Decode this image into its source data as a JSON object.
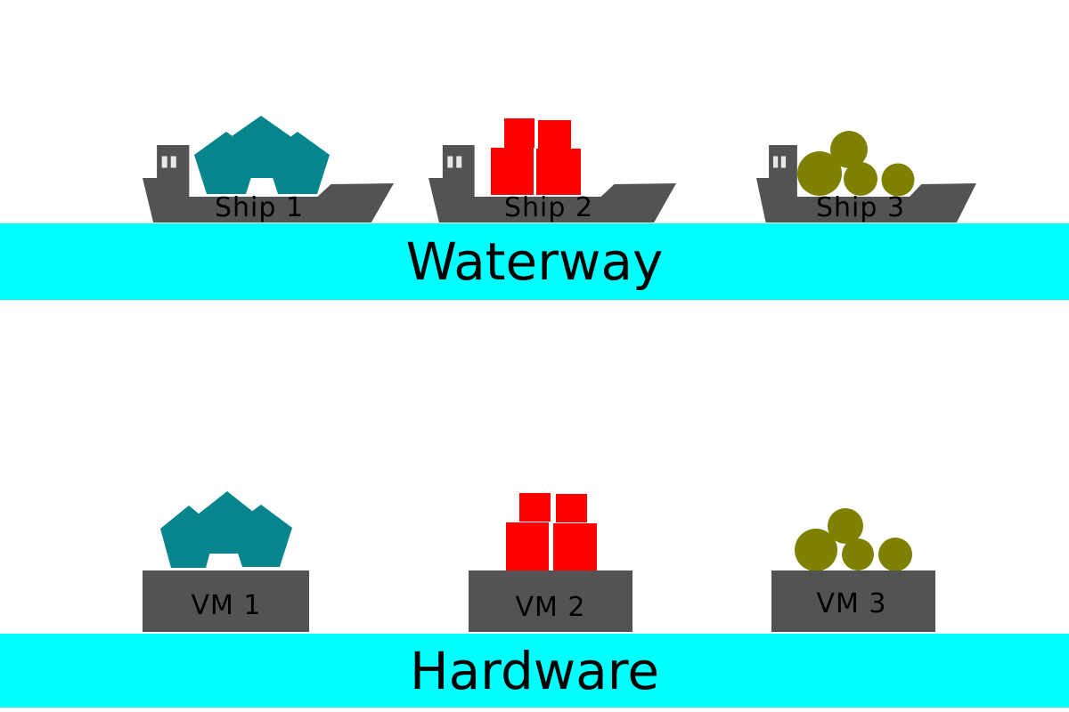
{
  "ships": [
    {
      "label": "Ship 1",
      "cargo_shape": "pentagon",
      "cargo_color": "#07858c",
      "cargo_count": 3
    },
    {
      "label": "Ship 2",
      "cargo_shape": "box",
      "cargo_color": "#fe0000",
      "cargo_count": 4
    },
    {
      "label": "Ship 3",
      "cargo_shape": "circle",
      "cargo_color": "#7e8000",
      "cargo_count": 4
    }
  ],
  "vms": [
    {
      "label": "VM 1",
      "cargo_shape": "pentagon",
      "cargo_color": "#07858c",
      "cargo_count": 3
    },
    {
      "label": "VM 2",
      "cargo_shape": "box",
      "cargo_color": "#fe0000",
      "cargo_count": 4
    },
    {
      "label": "VM 3",
      "cargo_shape": "circle",
      "cargo_color": "#7e8000",
      "cargo_count": 4
    }
  ],
  "waterway_label": "Waterway",
  "hardware_label": "Hardware",
  "colors": {
    "water_band": "#00ffff",
    "hull_gray": "#535353",
    "window": "#e8e8e8",
    "teal_cargo": "#07858c",
    "red_cargo": "#fe0000",
    "olive_cargo": "#7e8000",
    "text": "#000000",
    "background": "#ffffff"
  }
}
